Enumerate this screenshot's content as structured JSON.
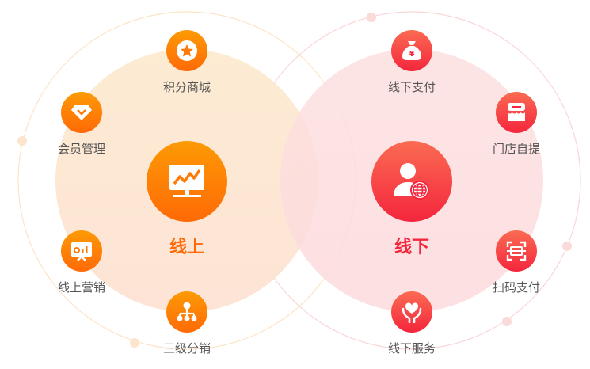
{
  "colors": {
    "online": "#ff6a06",
    "offline": "#f4263d",
    "online_fill": "#fde6cf",
    "offline_fill": "#fcd9db"
  },
  "online": {
    "title": "线上",
    "items": [
      {
        "label": "积分商城",
        "icon": "star-badge-icon"
      },
      {
        "label": "会员管理",
        "icon": "diamond-icon"
      },
      {
        "label": "线上营销",
        "icon": "presentation-chart-icon"
      },
      {
        "label": "三级分销",
        "icon": "hierarchy-icon"
      }
    ],
    "icon": "monitor-chart-icon"
  },
  "offline": {
    "title": "线下",
    "items": [
      {
        "label": "线下支付",
        "icon": "money-bag-icon"
      },
      {
        "label": "门店自提",
        "icon": "store-icon"
      },
      {
        "label": "扫码支付",
        "icon": "scan-icon"
      },
      {
        "label": "线下服务",
        "icon": "heart-hands-icon"
      }
    ],
    "icon": "user-globe-icon"
  }
}
